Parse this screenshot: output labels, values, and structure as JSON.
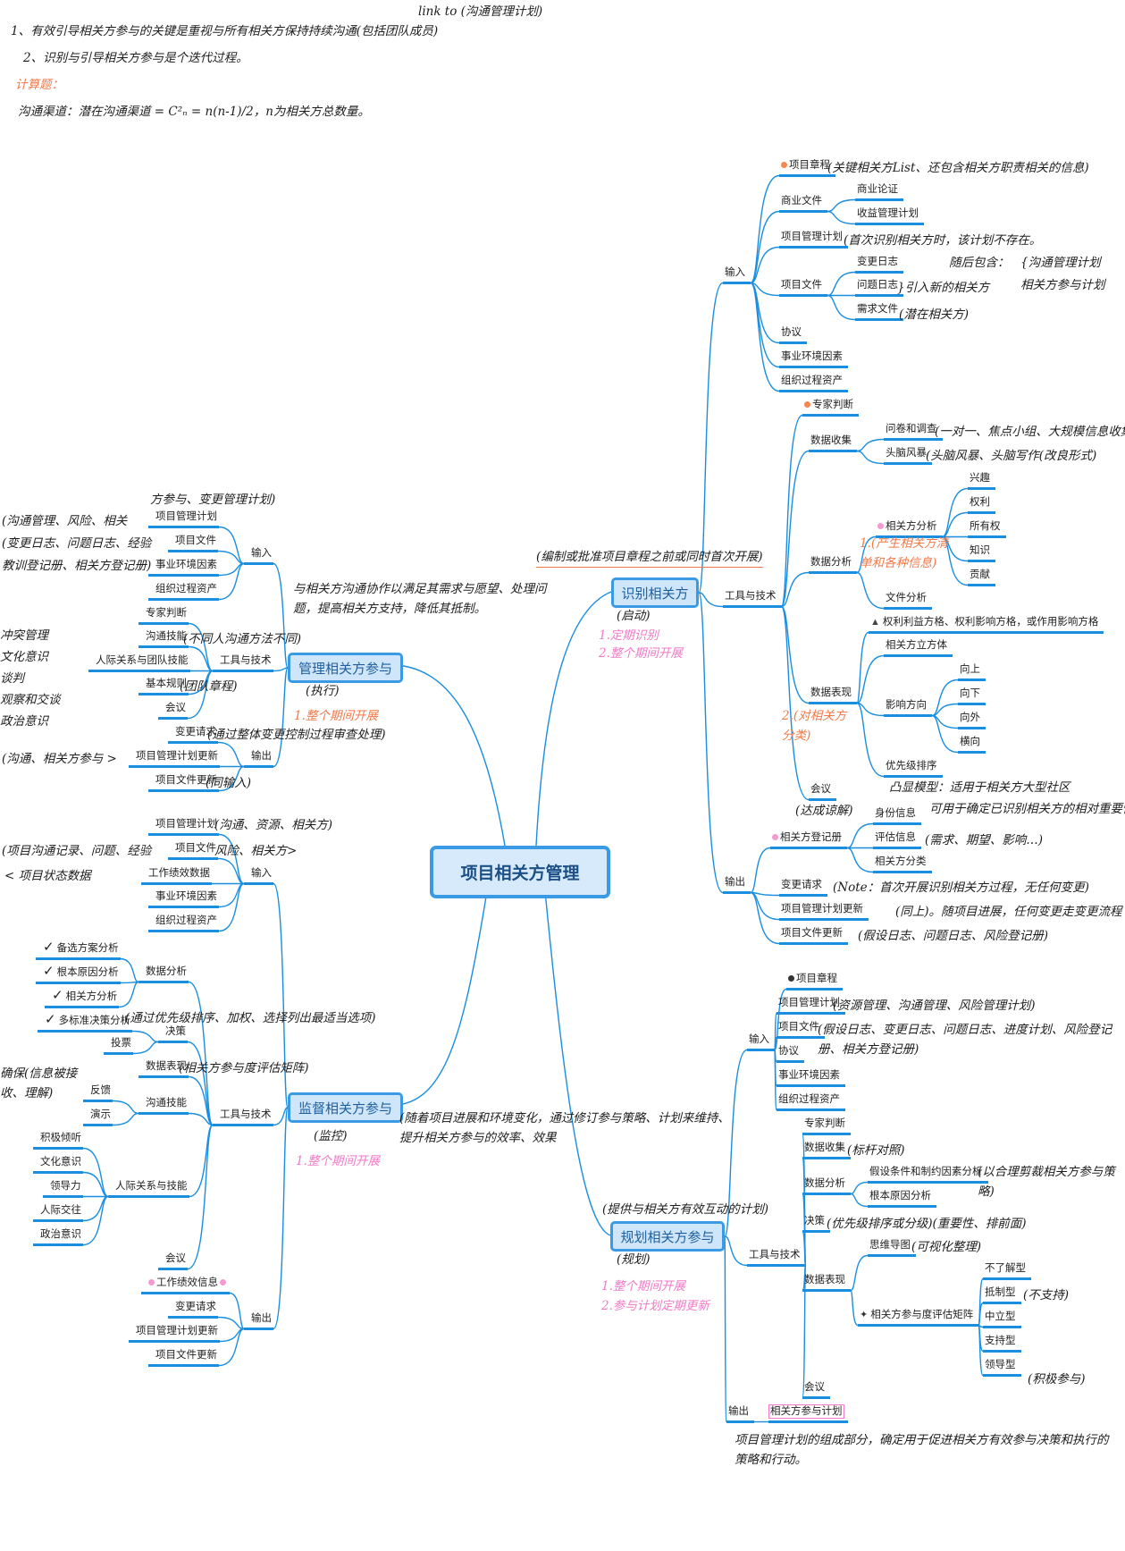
{
  "header": {
    "link_note": "link to (沟通管理计划)",
    "line1": "1、有效引导相关方参与的关键是重视与所有相关方保持持续沟通(包括团队成员)",
    "line2": "2、识别与引导相关方参与是个迭代过程。",
    "calc_title": "计算题：",
    "formula": "沟通渠道：潜在沟通渠道 = C²ₙ = n(n-1)/2，n为相关方总数量。"
  },
  "center": "项目相关方管理",
  "colors": {
    "line": "#1a8ee0",
    "box_fill": "#cfe6fa",
    "orange_note": "#f07a4a",
    "pink_note": "#f07ac8"
  },
  "identify": {
    "title": "识别相关方",
    "note_when": "(编制或批准项目章程之前或同时首次开展)",
    "note_phase": "(启动)",
    "note_freq": [
      "1.定期识别",
      "2.整个期间开展"
    ],
    "input": {
      "label": "输入",
      "items": [
        {
          "label": "项目章程",
          "note": "(关键相关方List、还包含相关方职责相关的信息)"
        },
        {
          "label": "商业文件",
          "items": [
            {
              "label": "商业论证"
            },
            {
              "label": "收益管理计划"
            }
          ]
        },
        {
          "label": "项目管理计划",
          "note": "(首次识别相关方时，该计划不存在。",
          "note2": "随后包含：",
          "note3": [
            "{沟通管理计划",
            " 相关方参与计划"
          ]
        },
        {
          "label": "项目文件",
          "note": "}引入新的相关方",
          "items": [
            {
              "label": "变更日志"
            },
            {
              "label": "问题日志"
            },
            {
              "label": "需求文件",
              "note": "(潜在相关方)"
            }
          ]
        },
        {
          "label": "协议"
        },
        {
          "label": "事业环境因素"
        },
        {
          "label": "组织过程资产"
        }
      ]
    },
    "tools": {
      "label": "工具与技术",
      "items": [
        {
          "label": "专家判断"
        },
        {
          "label": "数据收集",
          "items": [
            {
              "label": "问卷和调查",
              "note": "(一对一、焦点小组、大规模信息收集)"
            },
            {
              "label": "头脑风暴",
              "note": "(头脑风暴、头脑写作(改良形式)"
            }
          ]
        },
        {
          "label": "数据分析",
          "note": "1.(产生相关方清单和各种信息)",
          "items": [
            {
              "label": "相关方分析",
              "items": [
                {
                  "label": "兴趣"
                },
                {
                  "label": "权利"
                },
                {
                  "label": "所有权"
                },
                {
                  "label": "知识"
                },
                {
                  "label": "贡献"
                }
              ]
            },
            {
              "label": "文件分析"
            }
          ]
        },
        {
          "label": "数据表现",
          "note": "2.(对相关方分类)",
          "items": [
            {
              "label": "权利利益方格、权利影响方格，或作用影响方格"
            },
            {
              "label": "相关方立方体"
            },
            {
              "label": "影响方向",
              "items": [
                {
                  "label": "向上"
                },
                {
                  "label": "向下"
                },
                {
                  "label": "向外"
                },
                {
                  "label": "横向"
                }
              ]
            },
            {
              "label": "优先级排序",
              "note": "凸显模型：适用于相关方大型社区",
              "note2": "可用于确定已识别相关方的相对重要性"
            }
          ]
        },
        {
          "label": "会议",
          "note": "(达成谅解)"
        }
      ]
    },
    "output": {
      "label": "输出",
      "items": [
        {
          "label": "相关方登记册",
          "items": [
            {
              "label": "身份信息"
            },
            {
              "label": "评估信息",
              "note": "(需求、期望、影响…)"
            },
            {
              "label": "相关方分类"
            }
          ]
        },
        {
          "label": "变更请求",
          "note": "(Note：首次开展识别相关方过程，无任何变更)"
        },
        {
          "label": "项目管理计划更新",
          "note": "(同上)。随项目进展，任何变更走变更流程"
        },
        {
          "label": "项目文件更新",
          "note": "(假设日志、问题日志、风险登记册)"
        }
      ]
    }
  },
  "manage": {
    "title": "管理相关方参与",
    "note_desc": "与相关方沟通协作以满足其需求与愿望、处理问题，提高相关方支持，降低其抵制。",
    "note_phase": "(执行)",
    "note_freq": "1.整个期间开展",
    "input": {
      "label": "输入",
      "items": [
        {
          "label": "项目管理计划",
          "note": [
            "(沟通管理、风险、相关",
            "方参与、变更管理计划)"
          ]
        },
        {
          "label": "项目文件",
          "note": [
            "(变更日志、问题日志、经验",
            "教训登记册、相关方登记册)"
          ]
        },
        {
          "label": "事业环境因素"
        },
        {
          "label": "组织过程资产"
        }
      ]
    },
    "tools": {
      "label": "工具与技术",
      "items": [
        {
          "label": "专家判断"
        },
        {
          "label": "沟通技能",
          "note": "(不同人沟通方法不同)"
        },
        {
          "label": "人际关系与团队技能",
          "note": [
            "冲突管理",
            "文化意识",
            "谈判",
            "观察和交谈",
            "政治意识"
          ]
        },
        {
          "label": "基本规则",
          "note": "(团队章程)"
        },
        {
          "label": "会议"
        }
      ]
    },
    "output": {
      "label": "输出",
      "items": [
        {
          "label": "变更请求",
          "note": "(通过整体变更控制过程审查处理)"
        },
        {
          "label": "项目管理计划更新",
          "note": "(沟通、相关方参与 >"
        },
        {
          "label": "项目文件更新",
          "note": "(同输入)"
        }
      ]
    }
  },
  "monitor": {
    "title": "监督相关方参与",
    "note_desc": "(随着项目进展和环境变化，通过修订参与策略、计划来维持、提升相关方参与的效率、效果",
    "note_phase": "(监控)",
    "note_freq": "1.整个期间开展",
    "input": {
      "label": "输入",
      "items": [
        {
          "label": "项目管理计划",
          "note": "(沟通、资源、相关方)"
        },
        {
          "label": "项目文件",
          "note": "风险、相关方>",
          "note_left": "(项目沟通记录、问题、经验"
        },
        {
          "label": "工作绩效数据",
          "note": "< 项目状态数据"
        },
        {
          "label": "事业环境因素"
        },
        {
          "label": "组织过程资产"
        }
      ]
    },
    "tools": {
      "label": "工具与技术",
      "items": [
        {
          "label": "数据分析",
          "items": [
            {
              "label": "备选方案分析"
            },
            {
              "label": "根本原因分析"
            },
            {
              "label": "相关方分析"
            }
          ]
        },
        {
          "label": "决策",
          "items": [
            {
              "label": "多标准决策分析",
              "note": "(通过优先级排序、加权、选择列出最适当选项)"
            },
            {
              "label": "投票"
            }
          ]
        },
        {
          "label": "数据表现",
          "note": "(相关方参与度评估矩阵)"
        },
        {
          "label": "沟通技能",
          "note": "确保(信息被接收、理解)",
          "items": [
            {
              "label": "反馈"
            },
            {
              "label": "演示"
            }
          ]
        },
        {
          "label": "人际关系与技能",
          "items": [
            {
              "label": "积极倾听"
            },
            {
              "label": "文化意识"
            },
            {
              "label": "领导力"
            },
            {
              "label": "人际交往"
            },
            {
              "label": "政治意识"
            }
          ]
        },
        {
          "label": "会议"
        }
      ]
    },
    "output": {
      "label": "输出",
      "items": [
        {
          "label": "工作绩效信息"
        },
        {
          "label": "变更请求"
        },
        {
          "label": "项目管理计划更新"
        },
        {
          "label": "项目文件更新"
        }
      ]
    }
  },
  "plan": {
    "title": "规划相关方参与",
    "note_desc": "(提供与相关方有效互动的计划)",
    "note_phase": "(规划)",
    "note_freq": [
      "1.整个期间开展",
      "2.参与计划定期更新"
    ],
    "input": {
      "label": "输入",
      "items": [
        {
          "label": "项目章程"
        },
        {
          "label": "项目管理计划",
          "note": "(资源管理、沟通管理、风险管理计划)"
        },
        {
          "label": "项目文件",
          "note": "(假设日志、变更日志、问题日志、进度计划、风险登记册、相关方登记册)"
        },
        {
          "label": "协议"
        },
        {
          "label": "事业环境因素"
        },
        {
          "label": "组织过程资产"
        }
      ]
    },
    "tools": {
      "label": "工具与技术",
      "items": [
        {
          "label": "专家判断"
        },
        {
          "label": "数据收集",
          "note": "(标杆对照)"
        },
        {
          "label": "数据分析",
          "items": [
            {
              "label": "假设条件和制约因素分析",
              "note": "(以合理剪裁相关方参与策略)"
            },
            {
              "label": "根本原因分析"
            }
          ]
        },
        {
          "label": "决策",
          "note": "(优先级排序或分级)(重要性、排前面)"
        },
        {
          "label": "数据表现",
          "items": [
            {
              "label": "思维导图",
              "note": "(可视化整理)"
            },
            {
              "label": "相关方参与度评估矩阵",
              "items": [
                {
                  "label": "不了解型"
                },
                {
                  "label": "抵制型",
                  "note": "(不支持)"
                },
                {
                  "label": "中立型"
                },
                {
                  "label": "支持型"
                },
                {
                  "label": "领导型",
                  "note": "(积极参与)"
                }
              ]
            }
          ]
        },
        {
          "label": "会议"
        }
      ]
    },
    "output": {
      "label": "输出",
      "items": [
        {
          "label": "相关方参与计划",
          "note": "项目管理计划的组成部分，确定用于促进相关方有效参与决策和执行的策略和行动。"
        }
      ]
    }
  }
}
